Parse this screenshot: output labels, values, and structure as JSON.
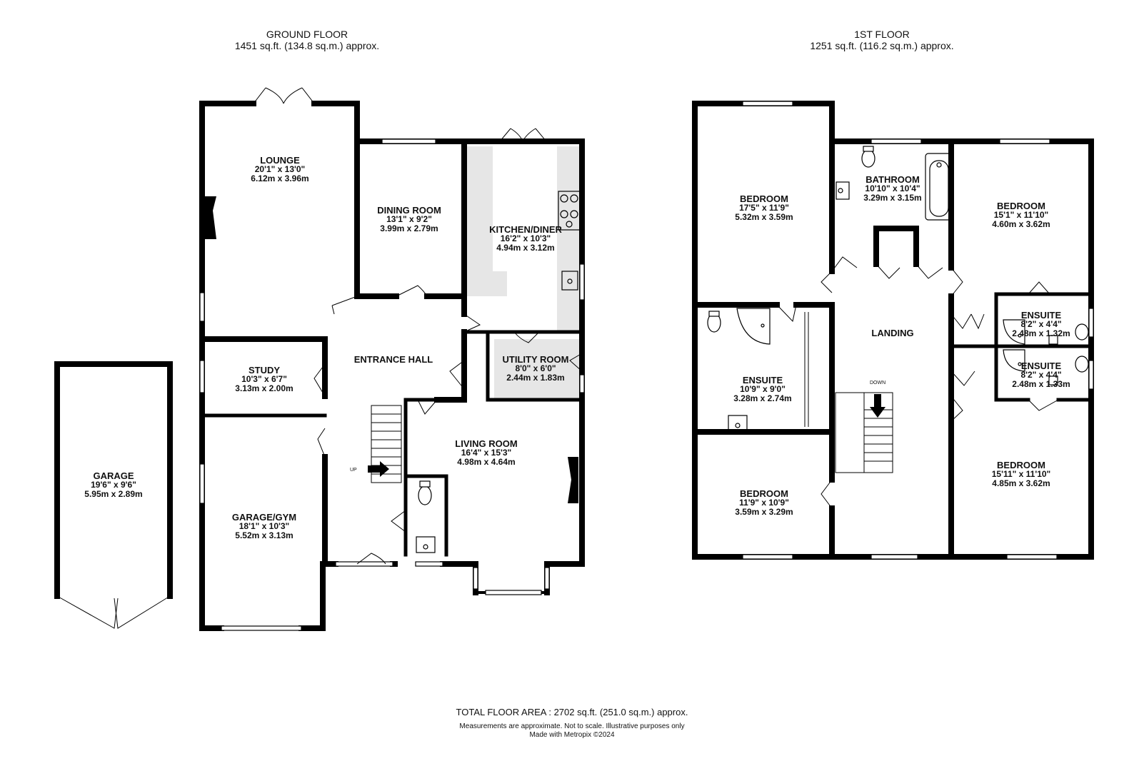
{
  "floors": {
    "ground": {
      "name": "GROUND FLOOR",
      "area": "1451 sq.ft. (134.8 sq.m.) approx."
    },
    "first": {
      "name": "1ST FLOOR",
      "area": "1251 sq.ft. (116.2 sq.m.) approx."
    }
  },
  "rooms": {
    "lounge": {
      "name": "LOUNGE",
      "imperial": "20'1\" x 13'0\"",
      "metric": "6.12m x 3.96m"
    },
    "dining": {
      "name": "DINING ROOM",
      "imperial": "13'1\" x 9'2\"",
      "metric": "3.99m x 2.79m"
    },
    "kitchen": {
      "name": "KITCHEN/DINER",
      "imperial": "16'2\" x 10'3\"",
      "metric": "4.94m x 3.12m"
    },
    "hall": {
      "name": "ENTRANCE HALL"
    },
    "utility": {
      "name": "UTILITY ROOM",
      "imperial": "8'0\" x 6'0\"",
      "metric": "2.44m x 1.83m"
    },
    "study": {
      "name": "STUDY",
      "imperial": "10'3\" x 6'7\"",
      "metric": "3.13m x 2.00m"
    },
    "living": {
      "name": "LIVING ROOM",
      "imperial": "16'4\" x 15'3\"",
      "metric": "4.98m x 4.64m"
    },
    "gym": {
      "name": "GARAGE/GYM",
      "imperial": "18'1\" x 10'3\"",
      "metric": "5.52m x 3.13m"
    },
    "garage": {
      "name": "GARAGE",
      "imperial": "19'6\" x 9'6\"",
      "metric": "5.95m x 2.89m"
    },
    "bed1": {
      "name": "BEDROOM",
      "imperial": "17'5\" x 11'9\"",
      "metric": "5.32m x 3.59m"
    },
    "bathroom": {
      "name": "BATHROOM",
      "imperial": "10'10\" x 10'4\"",
      "metric": "3.29m x 3.15m"
    },
    "bed2": {
      "name": "BEDROOM",
      "imperial": "15'1\" x 11'10\"",
      "metric": "4.60m x 3.62m"
    },
    "landing": {
      "name": "LANDING"
    },
    "ensuite1": {
      "name": "ENSUITE",
      "imperial": "10'9\" x 9'0\"",
      "metric": "3.28m x 2.74m"
    },
    "ensuite2": {
      "name": "ENSUITE",
      "imperial": "8'2\" x 4'4\"",
      "metric": "2.48m x 1.32m"
    },
    "ensuite3": {
      "name": "ENSUITE",
      "imperial": "8'2\" x 4'4\"",
      "metric": "2.48m x 1.33m"
    },
    "bed3": {
      "name": "BEDROOM",
      "imperial": "11'9\" x 10'9\"",
      "metric": "3.59m x 3.29m"
    },
    "bed4": {
      "name": "BEDROOM",
      "imperial": "15'11\" x 11'10\"",
      "metric": "4.85m x 3.62m"
    }
  },
  "stairs": {
    "up": "UP",
    "down": "DOWN"
  },
  "footer": {
    "total": "TOTAL FLOOR AREA : 2702 sq.ft. (251.0 sq.m.) approx.",
    "disclaimer": "Measurements are approximate.  Not to scale.  Illustrative purposes only",
    "credit": "Made with Metropix ©2024"
  }
}
